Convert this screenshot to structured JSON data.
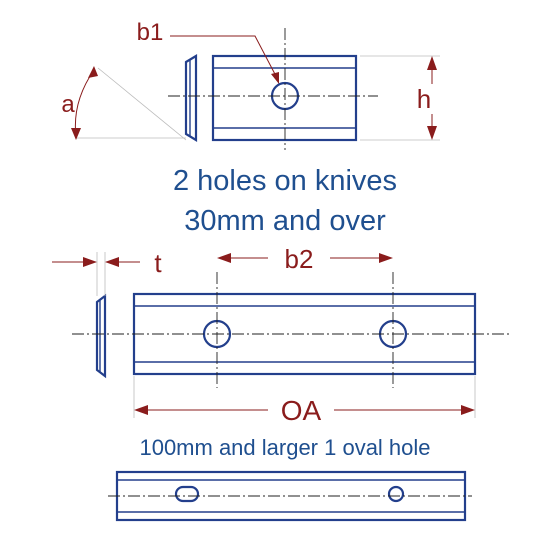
{
  "labels": {
    "b1": "b1",
    "a": "a",
    "h": "h",
    "t": "t",
    "b2": "b2",
    "oa": "OA"
  },
  "notes": {
    "line1": "2 holes on knives",
    "line2": "30mm and over",
    "line3": "100mm and larger 1 oval hole"
  },
  "colors": {
    "dimension_label": "#8a1c1c",
    "note_text": "#1f4f8f",
    "outline": "#233f8c"
  }
}
